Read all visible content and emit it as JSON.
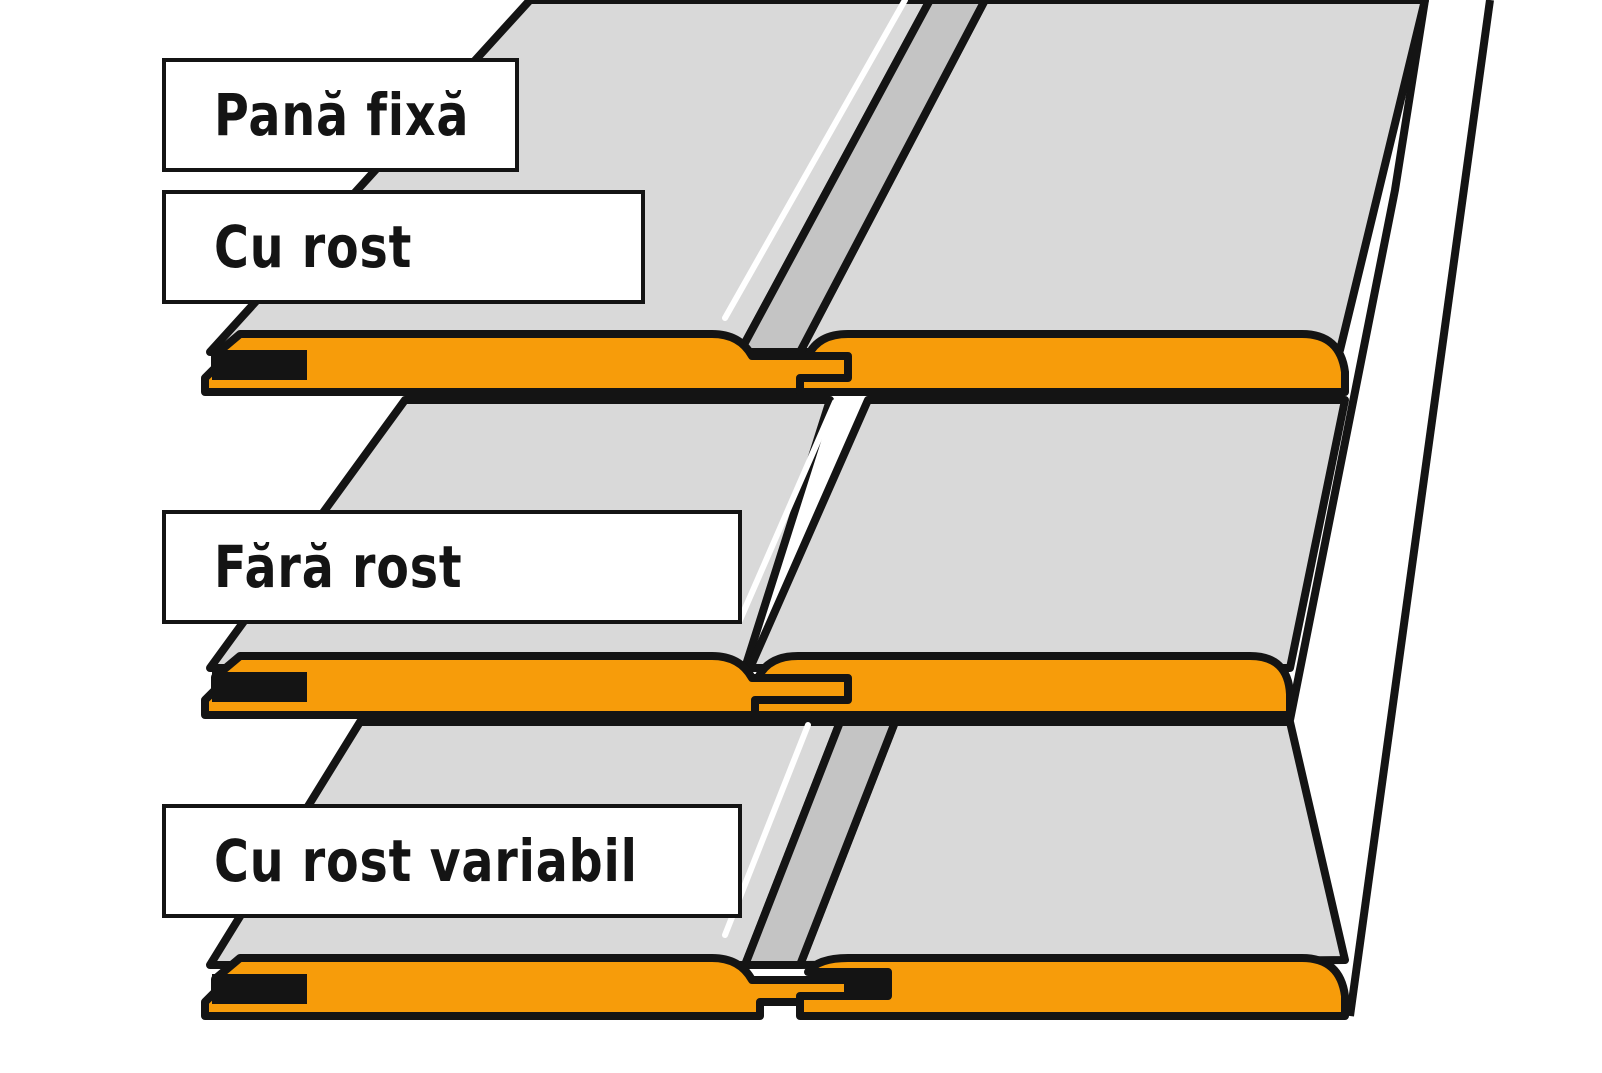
{
  "diagram": {
    "title_label": "Pană fixă",
    "rows": [
      {
        "label": "Cu rost"
      },
      {
        "label": "Fără rost"
      },
      {
        "label": "Cu rost variabil"
      }
    ]
  },
  "colors": {
    "board_face": "#d9d9d9",
    "board_edge": "#c4c4c4",
    "outline": "#141414",
    "profile_orange": "#f79c0a",
    "highlight": "#ffffff"
  }
}
